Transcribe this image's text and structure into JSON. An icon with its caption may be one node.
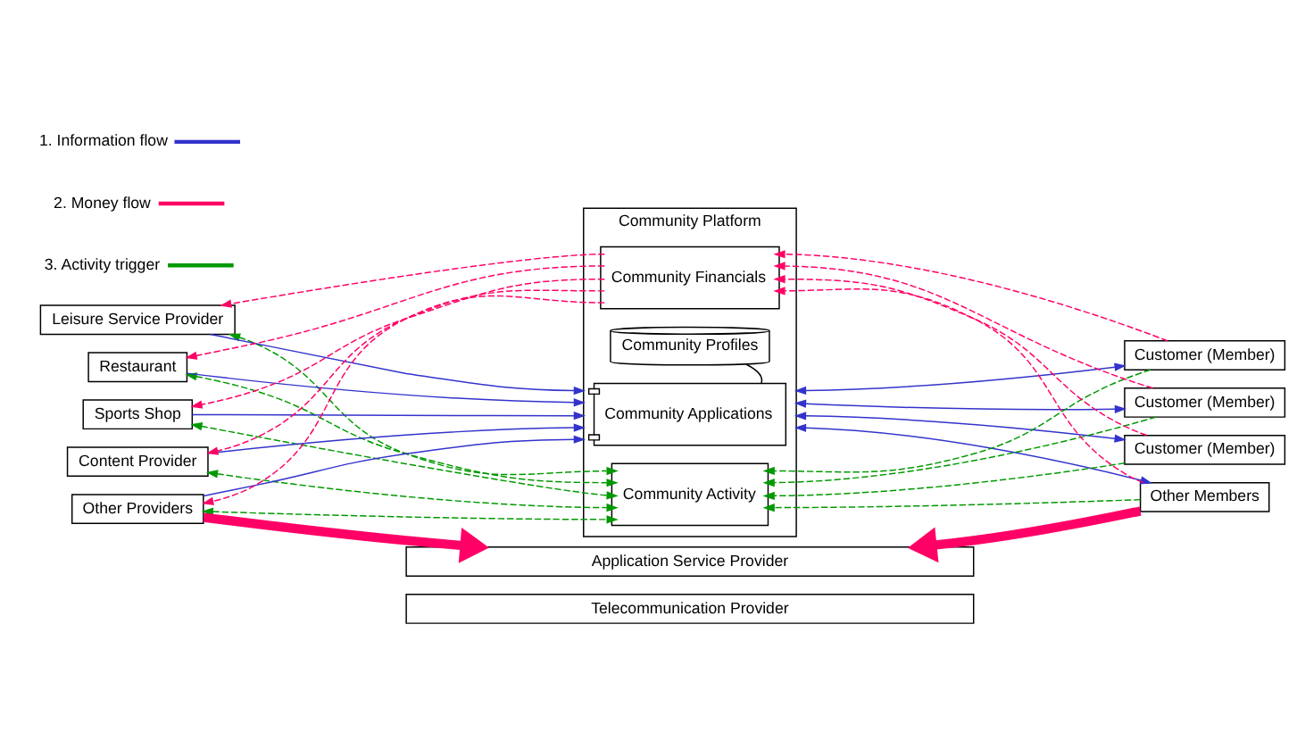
{
  "diagram": {
    "nodes": [
      {
        "text": [
          "Leisure Service Provider"
        ]
      },
      {
        "text": [
          "Restaurant"
        ]
      },
      {
        "text": [
          "Sports Shop"
        ]
      },
      {
        "text": [
          "Content Provider"
        ]
      },
      {
        "text": [
          "Other Providers"
        ]
      },
      {
        "text": [
          "Community Platform"
        ]
      },
      {
        "text": [
          "Community Activity"
        ],
        "in": 5
      },
      {
        "text": [
          "Community Applications"
        ],
        "in": 5
      },
      {
        "text": [
          "Community Profiles"
        ],
        "in": 5
      },
      {
        "text": [
          "Community Financials"
        ],
        "in": 5
      },
      {
        "text": [
          "Customer (Member)"
        ]
      },
      {
        "text": [
          "Customer (Member)"
        ]
      },
      {
        "text": [
          "Customer (Member)"
        ]
      },
      {
        "text": [
          "Other Members"
        ]
      },
      {
        "text": [
          "Application Service Provider"
        ]
      },
      {
        "text": [
          "Telecommunication Provider"
        ]
      }
    ],
    "edges": [
      {
        "from": 0,
        "to": 5,
        "arrow": "to",
        "color": "#3333cc"
      },
      {
        "from": 1,
        "to": 5,
        "arrow": "to",
        "color": "#3333cc"
      },
      {
        "from": 2,
        "to": 5,
        "arrow": "to",
        "color": "#3333cc"
      },
      {
        "from": 3,
        "to": 5,
        "arrow": "to",
        "color": "#3333cc"
      },
      {
        "from": 4,
        "to": 5,
        "arrow": "to",
        "color": "#3333cc"
      },
      {
        "from": 0,
        "to": 6,
        "arrow": "both",
        "style": "dashed",
        "color": "#009900"
      },
      {
        "from": 1,
        "to": 6,
        "arrow": "both",
        "style": "dashed",
        "color": "#009900"
      },
      {
        "from": 2,
        "to": 6,
        "arrow": "both",
        "style": "dashed",
        "color": "#009900"
      },
      {
        "from": 3,
        "to": 6,
        "arrow": "both",
        "style": "dashed",
        "color": "#009900"
      },
      {
        "from": 4,
        "to": 6,
        "arrow": "both",
        "style": "dashed",
        "color": "#009900"
      },
      {
        "from": 9,
        "to": 0,
        "arrow": "to",
        "style": "dashed",
        "color": "#ff0066"
      },
      {
        "from": 9,
        "to": 1,
        "arrow": "to",
        "style": "dashed",
        "color": "#ff0066"
      },
      {
        "from": 9,
        "to": 2,
        "arrow": "to",
        "style": "dashed",
        "color": "#ff0066"
      },
      {
        "from": 9,
        "to": 3,
        "arrow": "to",
        "style": "dashed",
        "color": "#ff0066"
      },
      {
        "from": 9,
        "to": 4,
        "arrow": "to",
        "style": "dashed",
        "color": "#ff0066"
      },
      {
        "from": 7,
        "to": 8,
        "arrow": "none",
        "color": "#000000"
      },
      {
        "from": 5,
        "to": 10,
        "arrow": "both",
        "color": "#3333cc"
      },
      {
        "from": 5,
        "to": 11,
        "arrow": "both",
        "color": "#3333cc"
      },
      {
        "from": 5,
        "to": 12,
        "arrow": "both",
        "color": "#3333cc"
      },
      {
        "from": 5,
        "to": 13,
        "arrow": "both",
        "color": "#3333cc"
      },
      {
        "from": 10,
        "to": 6,
        "arrow": "to",
        "style": "dashed",
        "color": "#009900"
      },
      {
        "from": 11,
        "to": 6,
        "arrow": "to",
        "style": "dashed",
        "color": "#009900"
      },
      {
        "from": 12,
        "to": 6,
        "arrow": "to",
        "style": "dashed",
        "color": "#009900"
      },
      {
        "from": 13,
        "to": 6,
        "arrow": "to",
        "style": "dashed",
        "color": "#009900"
      },
      {
        "from": 10,
        "to": 9,
        "arrow": "to",
        "style": "dashed",
        "color": "#ff0066"
      },
      {
        "from": 11,
        "to": 9,
        "arrow": "to",
        "style": "dashed",
        "color": "#ff0066"
      },
      {
        "from": 12,
        "to": 9,
        "arrow": "to",
        "style": "dashed",
        "color": "#ff0066"
      },
      {
        "from": 13,
        "to": 9,
        "arrow": "to",
        "style": "dashed",
        "color": "#ff0066"
      },
      {
        "from": 4,
        "to": 14,
        "arrow": "to",
        "style": "thick",
        "color": "#ff0066"
      },
      {
        "from": 13,
        "to": 14,
        "arrow": "to",
        "style": "thick",
        "color": "#ff0066"
      }
    ],
    "legend": [
      {
        "text": "1. Information flow"
      },
      {
        "text": "2. Money flow"
      },
      {
        "text": "3. Activity trigger"
      }
    ]
  }
}
